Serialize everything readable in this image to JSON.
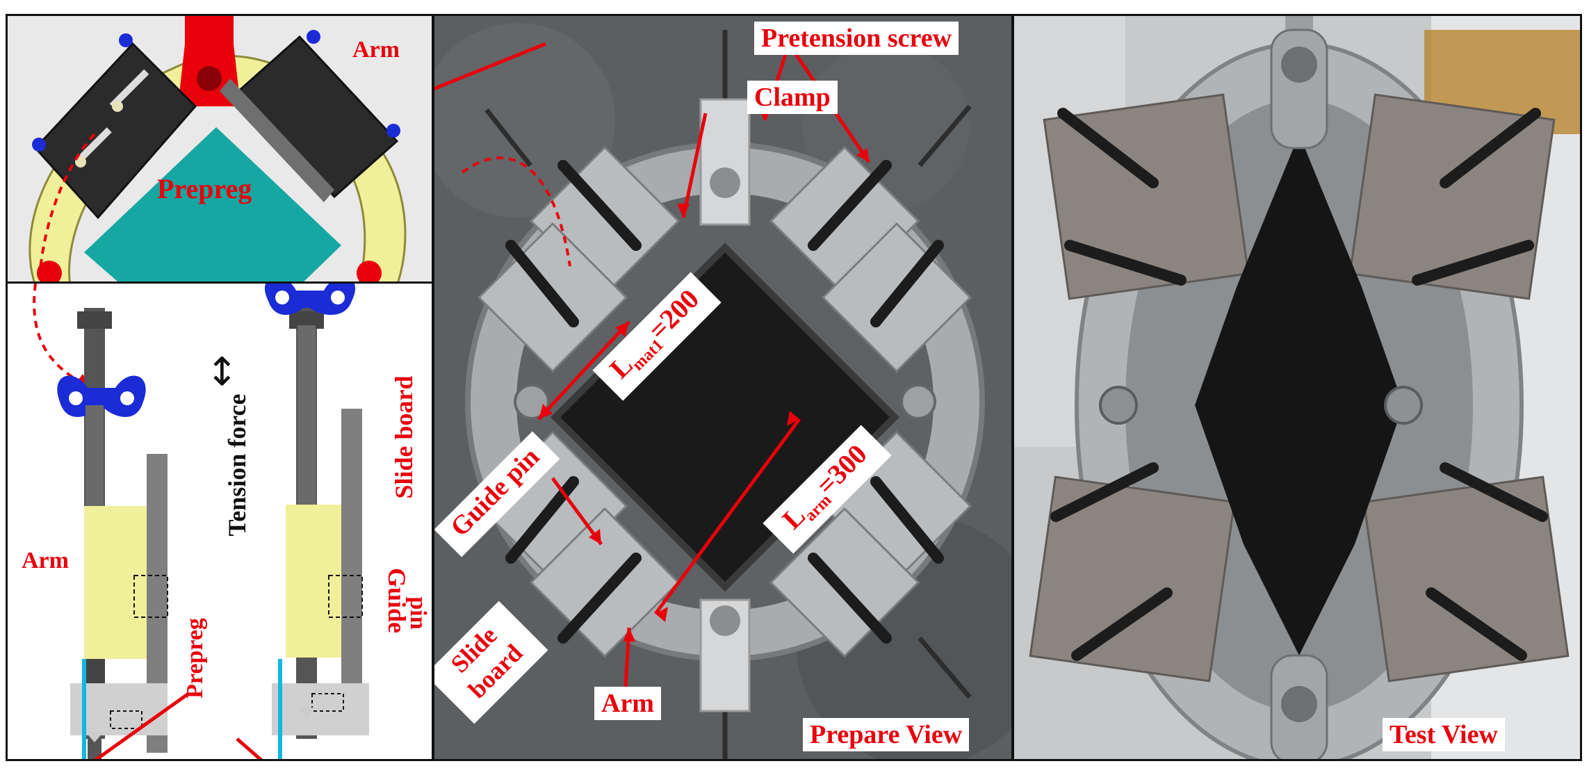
{
  "colors": {
    "label_red": "#e8000b",
    "frame_yellow": "#f0ef9a",
    "prepreg_teal": "#17a7a3",
    "wing_nut_blue": "#1b2bd6",
    "clamp_black": "#2a2a2a",
    "hook_red": "#e8000b",
    "prepreg_line_cyan": "#11b7e0",
    "slide_grey": "#7f7f7f"
  },
  "cad_top": {
    "arm_label": "Arm",
    "prepreg_label": "Prepreg"
  },
  "cad_detail": {
    "arm_label": "Arm",
    "tension_force_label": "Tension force",
    "slide_board_label": "Slide board",
    "guide_pin_label_line1": "Guide",
    "guide_pin_label_line2": "pin",
    "prepreg_label": "Prepreg",
    "arrow_glyph": "↕"
  },
  "prepare_view": {
    "pretension_screw_label": "Pretension screw",
    "clamp_label": "Clamp",
    "l_mat_main": "L",
    "l_mat_sub": "mat1",
    "l_mat_value": "=200",
    "l_arm_main": "L",
    "l_arm_sub": "arm",
    "l_arm_value": "=300",
    "guide_pin_label": "Guide pin",
    "slide_board_line1": "Slide",
    "slide_board_line2": "board",
    "arm_label": "Arm",
    "view_label": "Prepare View"
  },
  "test_view": {
    "view_label": "Test View"
  }
}
